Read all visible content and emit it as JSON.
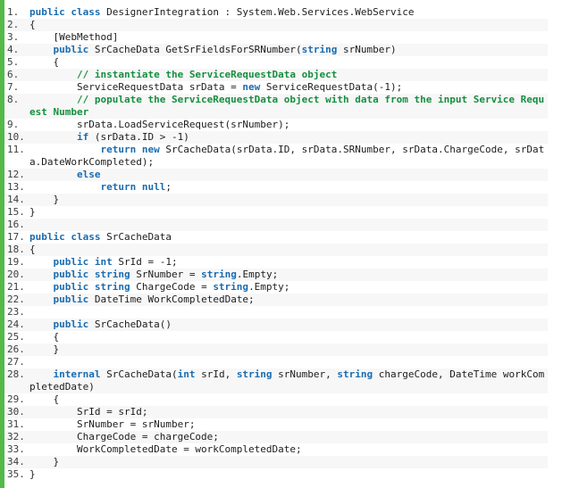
{
  "code_viewer": {
    "language": "csharp",
    "colors": {
      "accent_border": "#54b948",
      "keyword": "#1a6cb0",
      "comment": "#168e3f",
      "plain_text": "#1c1c1c",
      "line_number": "#3d3d3d",
      "stripe": "#f7f7f7",
      "background": "#ffffff"
    },
    "lines": [
      {
        "n": "1.",
        "tokens": [
          [
            "k",
            "public class"
          ],
          [
            "p",
            " DesignerIntegration : System.Web.Services.WebService"
          ]
        ]
      },
      {
        "n": "2.",
        "tokens": [
          [
            "p",
            "{"
          ]
        ]
      },
      {
        "n": "3.",
        "tokens": [
          [
            "p",
            "    [WebMethod]"
          ]
        ]
      },
      {
        "n": "4.",
        "tokens": [
          [
            "p",
            "    "
          ],
          [
            "k",
            "public"
          ],
          [
            "p",
            " SrCacheData GetSrFieldsForSRNumber("
          ],
          [
            "k",
            "string"
          ],
          [
            "p",
            " srNumber)"
          ]
        ]
      },
      {
        "n": "5.",
        "tokens": [
          [
            "p",
            "    {"
          ]
        ]
      },
      {
        "n": "6.",
        "tokens": [
          [
            "p",
            "        "
          ],
          [
            "c",
            "// instantiate the ServiceRequestData object"
          ]
        ]
      },
      {
        "n": "7.",
        "tokens": [
          [
            "p",
            "        ServiceRequestData srData = "
          ],
          [
            "k",
            "new"
          ],
          [
            "p",
            " ServiceRequestData(-1);"
          ]
        ]
      },
      {
        "n": "8.",
        "tokens": [
          [
            "p",
            "        "
          ],
          [
            "c",
            "// populate the ServiceRequestData object with data from the input Service Request Number"
          ]
        ]
      },
      {
        "n": "9.",
        "tokens": [
          [
            "p",
            "        srData.LoadServiceRequest(srNumber);"
          ]
        ]
      },
      {
        "n": "10.",
        "tokens": [
          [
            "p",
            "        "
          ],
          [
            "k",
            "if"
          ],
          [
            "p",
            " (srData.ID > -1)"
          ]
        ]
      },
      {
        "n": "11.",
        "tokens": [
          [
            "p",
            "            "
          ],
          [
            "k",
            "return"
          ],
          [
            "p",
            " "
          ],
          [
            "k",
            "new"
          ],
          [
            "p",
            " SrCacheData(srData.ID, srData.SRNumber, srData.ChargeCode, srData.DateWorkCompleted);"
          ]
        ]
      },
      {
        "n": "12.",
        "tokens": [
          [
            "p",
            "        "
          ],
          [
            "k",
            "else"
          ]
        ]
      },
      {
        "n": "13.",
        "tokens": [
          [
            "p",
            "            "
          ],
          [
            "k",
            "return"
          ],
          [
            "p",
            " "
          ],
          [
            "k",
            "null"
          ],
          [
            "p",
            ";"
          ]
        ]
      },
      {
        "n": "14.",
        "tokens": [
          [
            "p",
            "    }"
          ]
        ]
      },
      {
        "n": "15.",
        "tokens": [
          [
            "p",
            "}"
          ]
        ]
      },
      {
        "n": "16.",
        "tokens": []
      },
      {
        "n": "17.",
        "tokens": [
          [
            "k",
            "public class"
          ],
          [
            "p",
            " SrCacheData"
          ]
        ]
      },
      {
        "n": "18.",
        "tokens": [
          [
            "p",
            "{"
          ]
        ]
      },
      {
        "n": "19.",
        "tokens": [
          [
            "p",
            "    "
          ],
          [
            "k",
            "public int"
          ],
          [
            "p",
            " SrId = -1;"
          ]
        ]
      },
      {
        "n": "20.",
        "tokens": [
          [
            "p",
            "    "
          ],
          [
            "k",
            "public string"
          ],
          [
            "p",
            " SrNumber = "
          ],
          [
            "k",
            "string"
          ],
          [
            "p",
            ".Empty;"
          ]
        ]
      },
      {
        "n": "21.",
        "tokens": [
          [
            "p",
            "    "
          ],
          [
            "k",
            "public string"
          ],
          [
            "p",
            " ChargeCode = "
          ],
          [
            "k",
            "string"
          ],
          [
            "p",
            ".Empty;"
          ]
        ]
      },
      {
        "n": "22.",
        "tokens": [
          [
            "p",
            "    "
          ],
          [
            "k",
            "public"
          ],
          [
            "p",
            " DateTime WorkCompletedDate;"
          ]
        ]
      },
      {
        "n": "23.",
        "tokens": []
      },
      {
        "n": "24.",
        "tokens": [
          [
            "p",
            "    "
          ],
          [
            "k",
            "public"
          ],
          [
            "p",
            " SrCacheData()"
          ]
        ]
      },
      {
        "n": "25.",
        "tokens": [
          [
            "p",
            "    {"
          ]
        ]
      },
      {
        "n": "26.",
        "tokens": [
          [
            "p",
            "    }"
          ]
        ]
      },
      {
        "n": "27.",
        "tokens": []
      },
      {
        "n": "28.",
        "tokens": [
          [
            "p",
            "    "
          ],
          [
            "k",
            "internal"
          ],
          [
            "p",
            " SrCacheData("
          ],
          [
            "k",
            "int"
          ],
          [
            "p",
            " srId, "
          ],
          [
            "k",
            "string"
          ],
          [
            "p",
            " srNumber, "
          ],
          [
            "k",
            "string"
          ],
          [
            "p",
            " chargeCode, DateTime workCompletedDate)"
          ]
        ]
      },
      {
        "n": "29.",
        "tokens": [
          [
            "p",
            "    {"
          ]
        ]
      },
      {
        "n": "30.",
        "tokens": [
          [
            "p",
            "        SrId = srId;"
          ]
        ]
      },
      {
        "n": "31.",
        "tokens": [
          [
            "p",
            "        SrNumber = srNumber;"
          ]
        ]
      },
      {
        "n": "32.",
        "tokens": [
          [
            "p",
            "        ChargeCode = chargeCode;"
          ]
        ]
      },
      {
        "n": "33.",
        "tokens": [
          [
            "p",
            "        WorkCompletedDate = workCompletedDate;"
          ]
        ]
      },
      {
        "n": "34.",
        "tokens": [
          [
            "p",
            "    }"
          ]
        ]
      },
      {
        "n": "35.",
        "tokens": [
          [
            "p",
            "}"
          ]
        ]
      }
    ]
  }
}
